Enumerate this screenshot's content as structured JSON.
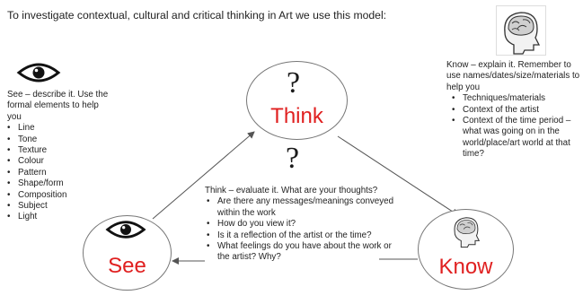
{
  "title": "To investigate contextual, cultural and critical thinking in Art we use this model:",
  "see_panel": {
    "intro": "See – describe it. Use the formal elements to help you",
    "items": [
      "Line",
      "Tone",
      "Texture",
      "Colour",
      "Pattern",
      "Shape/form",
      "Composition",
      "Subject",
      "Light"
    ]
  },
  "know_panel": {
    "intro": "Know – explain it. Remember to use names/dates/size/materials to help you",
    "items": [
      "Techniques/materials",
      "Context of the artist",
      "Context of the time period – what was going on in the world/place/art world at that time?"
    ]
  },
  "think_panel": {
    "intro": "Think – evaluate it. What are your thoughts?",
    "items": [
      "Are there any messages/meanings conveyed within the work",
      "How do you view it?",
      "Is it a reflection of the artist or the time?",
      "What feelings do you have about the work or the artist? Why?"
    ]
  },
  "nodes": {
    "think": "Think",
    "see": "See",
    "know": "Know"
  },
  "question_mark": "?",
  "colors": {
    "node_label": "#e02020",
    "stroke": "#555555"
  },
  "icons": [
    "eye-icon",
    "brain-head-icon",
    "question-mark"
  ]
}
